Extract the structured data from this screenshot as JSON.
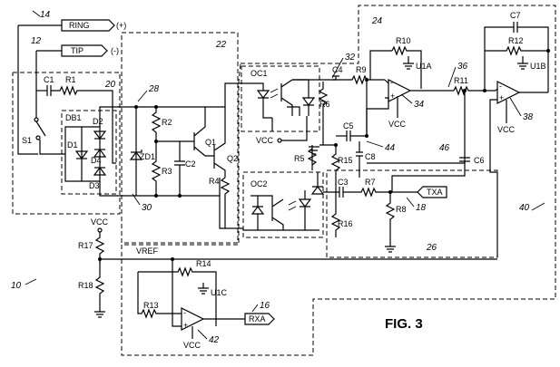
{
  "figure": {
    "title": "FIG. 3",
    "ref_numerals": {
      "ring_ref": "14",
      "tip_ref": "12",
      "block_20": "20",
      "block_22": "22",
      "block_24": "24",
      "block_26": "26",
      "node_28": "28",
      "node_30": "30",
      "node_32": "32",
      "node_34": "34",
      "node_36": "36",
      "node_38": "38",
      "node_40": "40",
      "node_42": "42",
      "node_44": "44",
      "node_46": "46",
      "node_16": "16",
      "node_18": "18",
      "system_10": "10"
    },
    "terminals": {
      "ring": "RING",
      "ring_sign": "(+)",
      "tip": "TIP",
      "tip_sign": "(-)",
      "txa": "TXA",
      "rxa": "RXA"
    },
    "components": {
      "C1": "C1",
      "R1": "R1",
      "DB1": "DB1",
      "D2": "D2",
      "D1": "D1",
      "D4": "D4",
      "D3": "D3",
      "S1": "S1",
      "ZD1": "ZD1",
      "R2": "R2",
      "R3": "R3",
      "C2": "C2",
      "Q1": "Q1",
      "Q2": "Q2",
      "R4": "R4",
      "OC1": "OC1",
      "OC2": "OC2",
      "R5": "R5",
      "R6": "R6",
      "R15": "R15",
      "R16": "R16",
      "C3": "C3",
      "C4": "C4",
      "C5": "C5",
      "C6": "C6",
      "C7": "C7",
      "C8": "C8",
      "R7": "R7",
      "R8": "R8",
      "R9": "R9",
      "R10": "R10",
      "R11": "R11",
      "R12": "R12",
      "R13": "R13",
      "R14": "R14",
      "R17": "R17",
      "R18": "R18",
      "U1A": "U1A",
      "U1B": "U1B",
      "U1C": "U1C"
    },
    "supply_labels": {
      "vcc_oc": "VCC",
      "vcc_u1a": "VCC",
      "vcc_u1b": "VCC",
      "vcc_div": "VCC",
      "vcc_u1c": "VCC",
      "vref": "VREF"
    }
  }
}
